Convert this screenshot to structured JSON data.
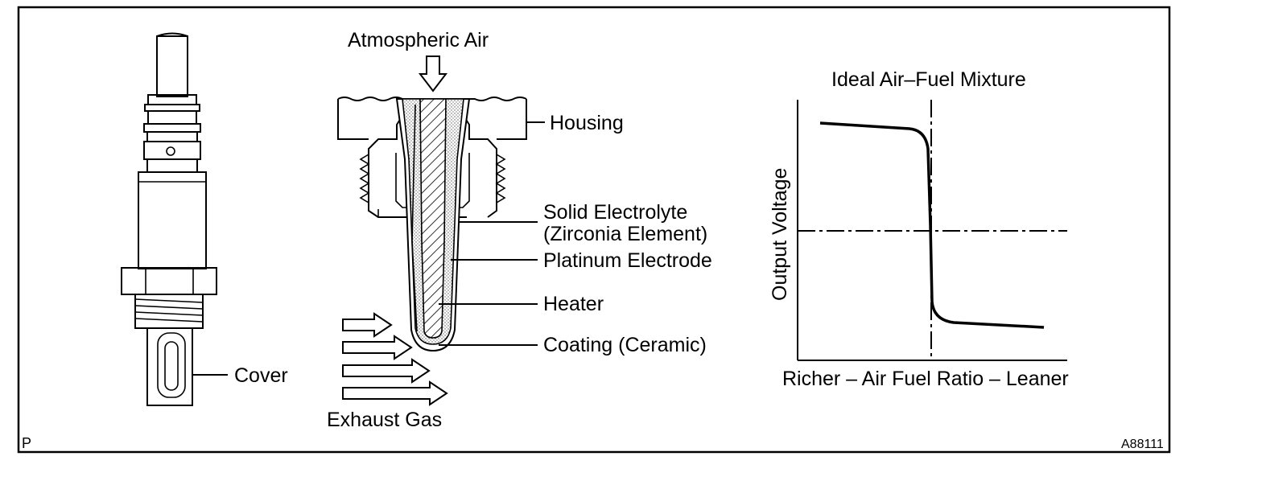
{
  "sensor_external": {
    "cover_label": "Cover"
  },
  "sensor_section": {
    "air_label": "Atmospheric Air",
    "housing_label": "Housing",
    "electrolyte_line1": "Solid Electrolyte",
    "electrolyte_line2": "(Zirconia Element)",
    "electrode_label": "Platinum Electrode",
    "heater_label": "Heater",
    "coating_label": "Coating (Ceramic)",
    "exhaust_label": "Exhaust Gas"
  },
  "graph": {
    "title": "Ideal Air–Fuel Mixture",
    "ylabel": "Output Voltage",
    "xlabel": "Richer – Air Fuel Ratio – Leaner"
  },
  "corner_left": "P",
  "figure_code": "A88111",
  "colors": {
    "line": "#000000",
    "background": "#ffffff"
  }
}
